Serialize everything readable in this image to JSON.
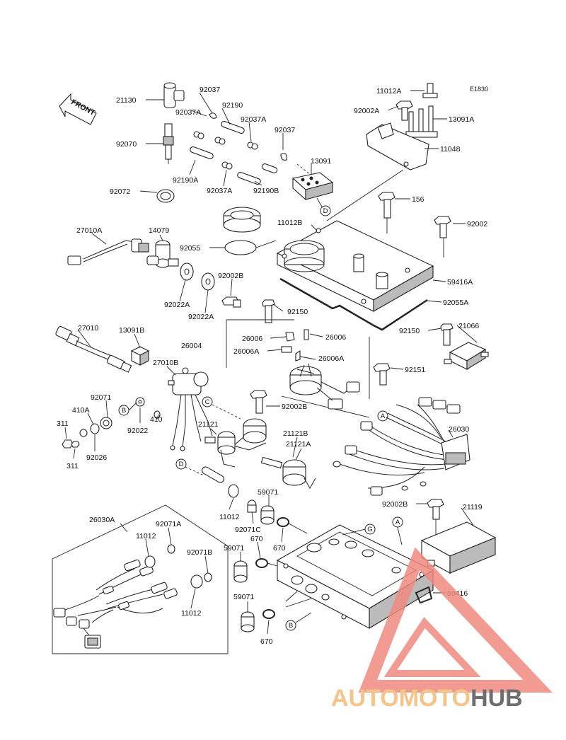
{
  "diagram_code": "E1830",
  "front_label": "FRONT",
  "watermark": {
    "part1": "AUTOMOTO",
    "part2": "HUB",
    "color1": "#f4c48a",
    "color2": "#6e6e6e",
    "logo_color": "#f08a80"
  },
  "labels": {
    "p21130": "21130",
    "p92037": "92037",
    "p92190": "92190",
    "p92037A": "92037A",
    "p92037A_b": "92037A",
    "p92037_b": "92037",
    "p92070": "92070",
    "p13091": "13091",
    "p92190A": "92190A",
    "p92037A_c": "92037A",
    "p92190B": "92190B",
    "p92072": "92072",
    "p11012A": "11012A",
    "p92002A": "92002A",
    "p13091A": "13091A",
    "p11048": "11048",
    "p156": "156",
    "p27010A": "27010A",
    "p14079": "14079",
    "p11012B": "11012B",
    "p92002": "92002",
    "p92055": "92055",
    "p92002B": "92002B",
    "p59416A": "59416A",
    "p92022A": "92022A",
    "p92022A_b": "92022A",
    "p92055A": "92055A",
    "p92150": "92150",
    "p92150_b": "92150",
    "p21066": "21066",
    "p27010": "27010",
    "p13091B": "13091B",
    "p26004": "26004",
    "p26006": "26006",
    "p26006_b": "26006",
    "p26006A": "26006A",
    "p26006A_b": "26006A",
    "p27010B": "27010B",
    "p92151": "92151",
    "p92071": "92071",
    "p410A": "410A",
    "p311": "311",
    "p311_b": "311",
    "p92026": "92026",
    "p92022": "92022",
    "p410": "410",
    "p92002B_b": "92002B",
    "p21121": "21121",
    "p21121B": "21121B",
    "p21121A": "21121A",
    "p26030": "26030",
    "p11012": "11012",
    "p59071": "59071",
    "p92071C": "92071C",
    "p670": "670",
    "p670_b": "670",
    "p92002B_c": "92002B",
    "p21119": "21119",
    "p26030A": "26030A",
    "p92071A": "92071A",
    "p11012_b": "11012",
    "p92071B": "92071B",
    "p11012_c": "11012",
    "p59071_b": "59071",
    "p59416": "59416",
    "p59071_c": "59071",
    "p670_c": "670"
  },
  "callouts": {
    "A": "A",
    "B": "B",
    "C": "C",
    "D": "D",
    "G": "G"
  }
}
